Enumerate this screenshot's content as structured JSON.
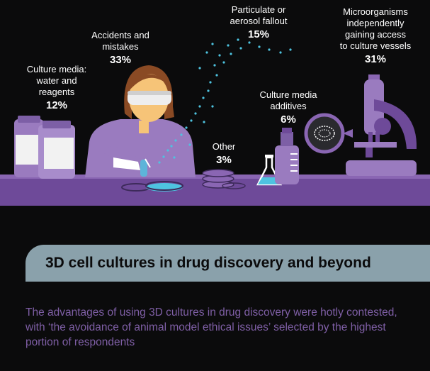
{
  "labels": {
    "culture_media_water": {
      "text": "Culture media: water and reagents",
      "line1": "Culture media:",
      "line2": "water and",
      "line3": "reagents",
      "pct": "12%"
    },
    "accidents": {
      "text": "Accidents and mistakes",
      "line1": "Accidents and",
      "line2": "mistakes",
      "pct": "33%"
    },
    "particulate": {
      "text": "Particulate or aerosol fallout",
      "line1": "Particulate or",
      "line2": "aerosol fallout",
      "pct": "15%"
    },
    "microorganisms": {
      "text": "Microorganisms independently gaining access to culture vessels",
      "line1": "Microorganisms",
      "line2": "independently",
      "line3": "gaining access",
      "line4": "to culture vessels",
      "pct": "31%"
    },
    "additives": {
      "text": "Culture media additives",
      "line1": "Culture media",
      "line2": "additives",
      "pct": "6%"
    },
    "other": {
      "text": "Other",
      "line1": "Other",
      "pct": "3%"
    }
  },
  "banner": {
    "title": "3D cell cultures in drug discovery and beyond"
  },
  "body_text": "The advantages of using 3D cultures in drug discovery were hotly contested, with ‘the avoidance of animal model ethical issues’ selected by the highest portion of respondents",
  "colors": {
    "background": "#0b0b0c",
    "bench_purple": "#6e4a99",
    "light_purple": "#9a7bbf",
    "banner": "#8aa1ab",
    "body_text": "#7f5fa6",
    "skin": "#f6c478",
    "hair": "#8a4a24",
    "liquid": "#4ec3e0"
  },
  "icons": [
    "bottles-icon",
    "scientist-icon",
    "petri-dish-icon",
    "flask-icon",
    "bottle-icon",
    "microscope-icon",
    "dust-particles-icon"
  ]
}
